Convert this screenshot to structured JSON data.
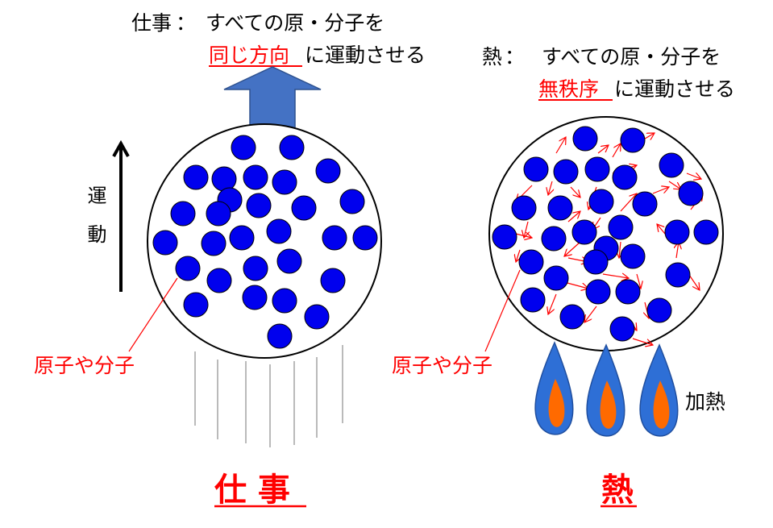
{
  "work": {
    "caption_term": "仕事",
    "caption_colon": "：",
    "caption_line1": "すべての原・分子を",
    "caption_highlight": "同じ方向",
    "caption_rest": "に運動させる",
    "motion_label": "運　動",
    "particle_label": "原子や分子",
    "heading": "仕 事"
  },
  "heat": {
    "caption_term": "熱",
    "caption_colon": "：",
    "caption_line1": "すべての原・分子を",
    "caption_highlight": "無秩序",
    "caption_rest": "に運動させる",
    "particle_label": "原子や分子",
    "heating_label": "加熱",
    "heading": "熱"
  },
  "colors": {
    "particle": "#0000ee",
    "big_arrow": "#4472c4",
    "highlight": "#ff0000",
    "flame_outer": "#2e6fd6",
    "flame_inner": "#ff6a00",
    "random_arrows": "#ff0000"
  },
  "icons": {
    "work_arrow": "up-arrow-icon",
    "motion_arrow": "up-arrow-icon",
    "flame": "flame-icon"
  }
}
